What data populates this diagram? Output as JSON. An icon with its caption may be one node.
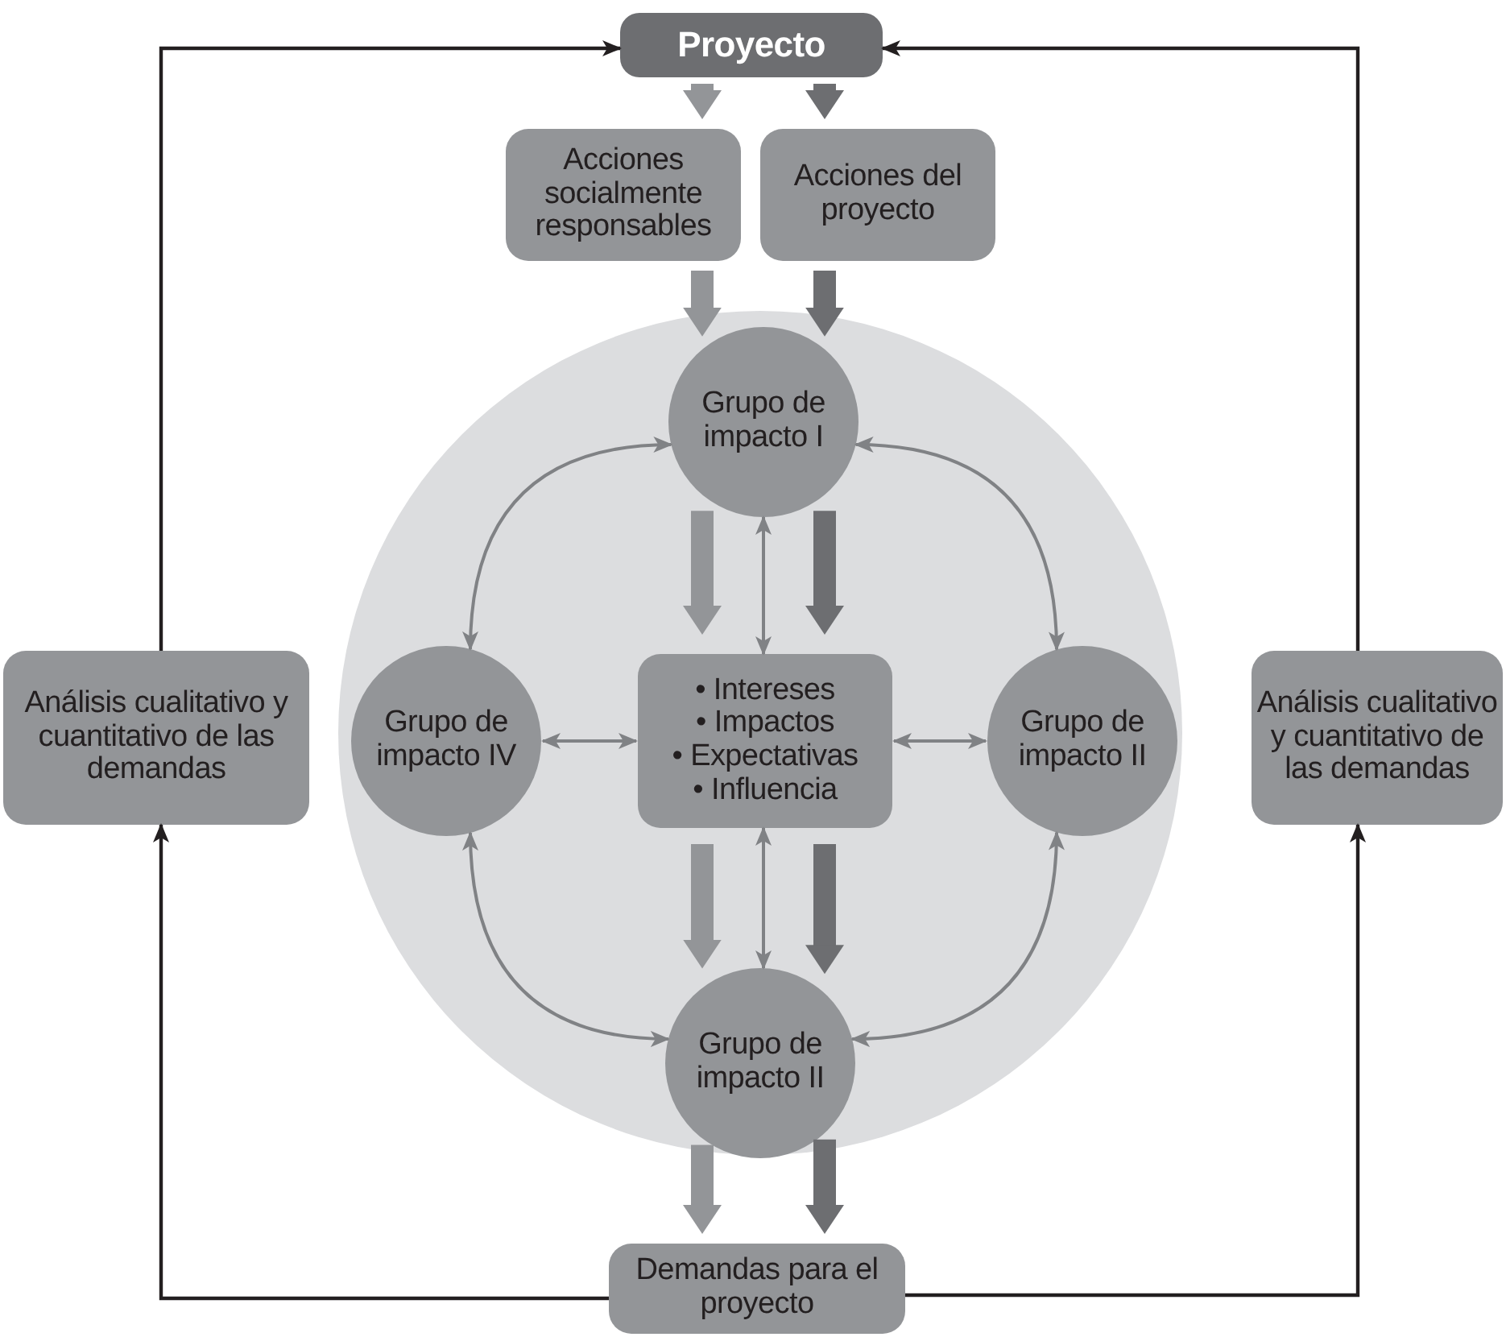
{
  "diagram": {
    "nodes": [
      {
        "text": [
          "Proyecto"
        ]
      },
      {
        "text": [
          "Acciones socialmente responsables"
        ]
      },
      {
        "text": [
          "Acciones del proyecto"
        ]
      },
      {
        "text": [],
        "shape": "circle"
      },
      {
        "text": [
          "Grupo de impacto I"
        ],
        "in": 3
      },
      {
        "text": [
          "Grupo de impacto IV"
        ],
        "in": 3
      },
      {
        "text": [
          "• Intereses",
          "• Impactos",
          "• Expectativas",
          "• Influencia"
        ],
        "in": 3
      },
      {
        "text": [
          "Grupo de impacto II"
        ],
        "in": 3
      },
      {
        "text": [
          "Grupo de impacto II"
        ],
        "in": 3
      },
      {
        "text": [
          "Análisis cualitativo y cuantitativo de las demandas"
        ]
      },
      {
        "text": [
          "Análisis cualitativo y cuantitativo de las demandas"
        ]
      },
      {
        "text": [
          "Demandas para el proyecto"
        ]
      }
    ],
    "edges": [
      {
        "from": 0,
        "to": 1,
        "arrow": "to",
        "style": "thick",
        "color": "#939598"
      },
      {
        "from": 0,
        "to": 2,
        "arrow": "to",
        "style": "thick",
        "color": "#6d6e71"
      },
      {
        "from": 1,
        "to": 4,
        "arrow": "to",
        "style": "thick",
        "color": "#939598"
      },
      {
        "from": 2,
        "to": 4,
        "arrow": "to",
        "style": "thick",
        "color": "#6d6e71"
      },
      {
        "from": 4,
        "to": 6,
        "arrow": "to",
        "style": "thick",
        "color": "#939598"
      },
      {
        "from": 4,
        "to": 6,
        "arrow": "to",
        "style": "thick",
        "color": "#6d6e71"
      },
      {
        "from": 4,
        "to": 5,
        "arrow": "both",
        "color": "#808285"
      },
      {
        "from": 4,
        "to": 7,
        "arrow": "both",
        "color": "#808285"
      },
      {
        "from": 4,
        "to": 6,
        "arrow": "both",
        "color": "#808285"
      },
      {
        "from": 5,
        "to": 6,
        "arrow": "both",
        "color": "#808285"
      },
      {
        "from": 6,
        "to": 7,
        "arrow": "both",
        "color": "#808285"
      },
      {
        "from": 6,
        "to": 8,
        "arrow": "both",
        "color": "#808285"
      },
      {
        "from": 6,
        "to": 8,
        "arrow": "to",
        "style": "thick",
        "color": "#939598"
      },
      {
        "from": 6,
        "to": 8,
        "arrow": "to",
        "style": "thick",
        "color": "#6d6e71"
      },
      {
        "from": 5,
        "to": 8,
        "arrow": "both",
        "color": "#808285"
      },
      {
        "from": 7,
        "to": 8,
        "arrow": "both",
        "color": "#808285"
      },
      {
        "from": 8,
        "to": 11,
        "arrow": "to",
        "style": "thick",
        "color": "#939598"
      },
      {
        "from": 8,
        "to": 11,
        "arrow": "to",
        "style": "thick",
        "color": "#6d6e71"
      },
      {
        "from": 11,
        "to": 9,
        "arrow": "to",
        "color": "#231f20"
      },
      {
        "from": 9,
        "to": 0,
        "arrow": "to",
        "color": "#231f20"
      },
      {
        "from": 11,
        "to": 10,
        "arrow": "to",
        "color": "#231f20"
      },
      {
        "from": 10,
        "to": 0,
        "arrow": "to",
        "color": "#231f20"
      }
    ]
  }
}
